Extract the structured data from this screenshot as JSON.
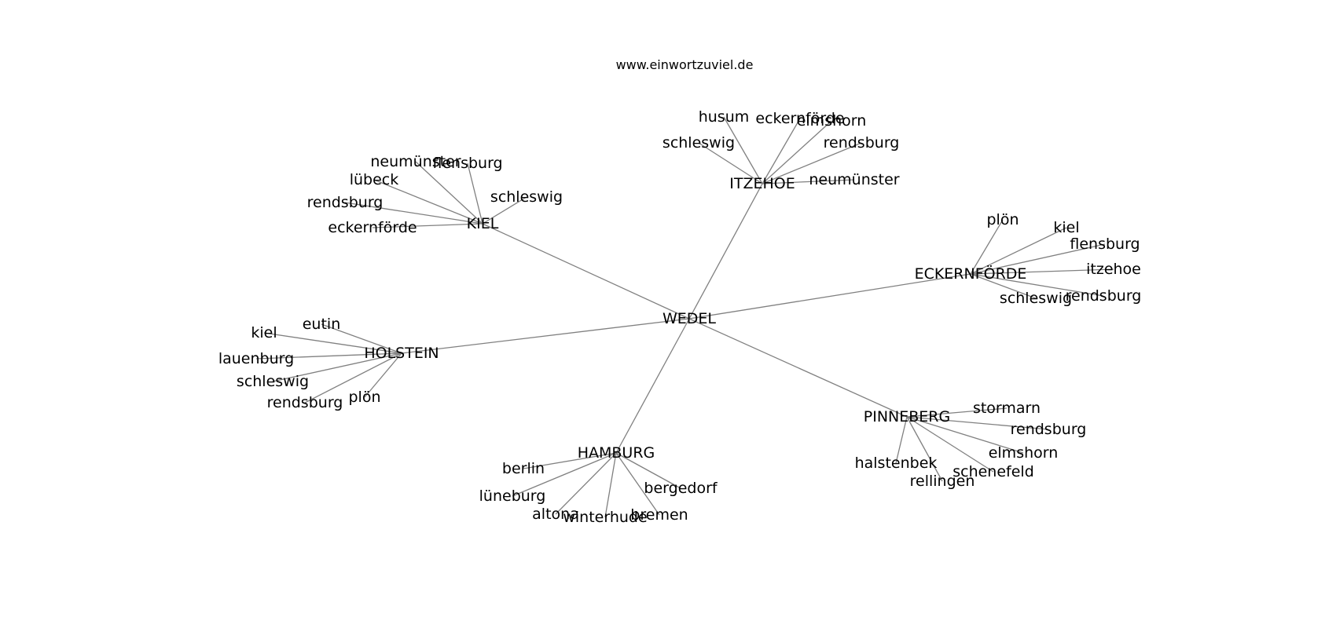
{
  "title": "www.einwortzuviel.de",
  "colors": {
    "edge": "#808080",
    "text": "#000000",
    "background": "#ffffff"
  },
  "center": {
    "label": "WEDEL"
  },
  "hubs": [
    {
      "label": "KIEL",
      "leaves": [
        "neumünster",
        "flensburg",
        "lübeck",
        "schleswig",
        "rendsburg",
        "eckernförde"
      ]
    },
    {
      "label": "ITZEHOE",
      "leaves": [
        "husum",
        "eckernförde",
        "elmshorn",
        "schleswig",
        "rendsburg",
        "neumünster"
      ]
    },
    {
      "label": "ECKERNFÖRDE",
      "leaves": [
        "plön",
        "kiel",
        "flensburg",
        "itzehoe",
        "schleswig",
        "rendsburg"
      ]
    },
    {
      "label": "HOLSTEIN",
      "leaves": [
        "eutin",
        "kiel",
        "lauenburg",
        "schleswig",
        "rendsburg",
        "plön"
      ]
    },
    {
      "label": "HAMBURG",
      "leaves": [
        "berlin",
        "lüneburg",
        "altona",
        "winterhude",
        "bremen",
        "bergedorf"
      ]
    },
    {
      "label": "PINNEBERG",
      "leaves": [
        "stormarn",
        "rendsburg",
        "elmshorn",
        "halstenbek",
        "schenefeld",
        "rellingen"
      ]
    }
  ]
}
